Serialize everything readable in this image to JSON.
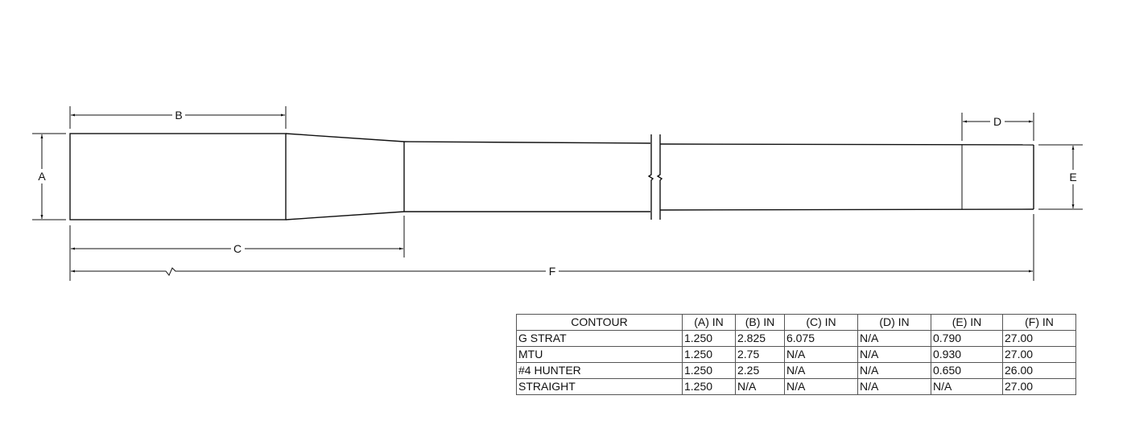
{
  "drawing": {
    "labels": {
      "A": "A",
      "B": "B",
      "C": "C",
      "D": "D",
      "E": "E",
      "F": "F"
    }
  },
  "table": {
    "headers": [
      "CONTOUR",
      "(A) IN",
      "(B) IN",
      "(C) IN",
      "(D) IN",
      "(E) IN",
      "(F) IN"
    ],
    "rows": [
      [
        "G STRAT",
        "1.250",
        "2.825",
        "6.075",
        "N/A",
        "0.790",
        "27.00"
      ],
      [
        "MTU",
        "1.250",
        "2.75",
        "N/A",
        "N/A",
        "0.930",
        "27.00"
      ],
      [
        "#4 HUNTER",
        "1.250",
        "2.25",
        "N/A",
        "N/A",
        "0.650",
        "26.00"
      ],
      [
        "STRAIGHT",
        "1.250",
        "N/A",
        "N/A",
        "N/A",
        "N/A",
        "27.00"
      ]
    ]
  }
}
